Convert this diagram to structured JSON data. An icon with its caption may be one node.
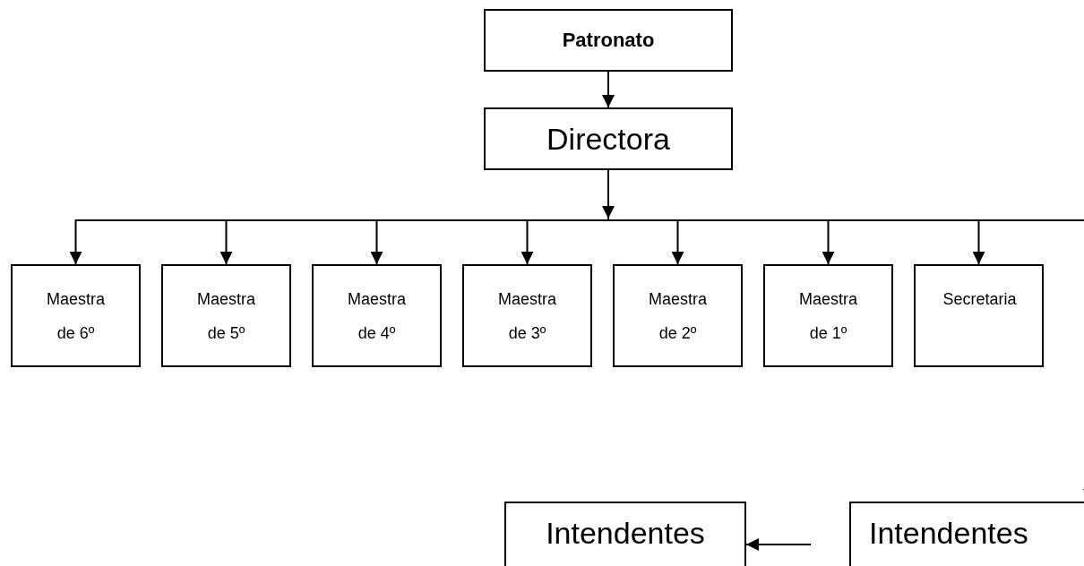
{
  "diagram": {
    "nodes": [
      {
        "text": [
          "Patronato"
        ]
      },
      {
        "text": [
          "Directora"
        ]
      },
      {
        "text": [
          "Maestra de 6º"
        ]
      },
      {
        "text": [
          "Maestra de 5º"
        ]
      },
      {
        "text": [
          "Maestra de 4º"
        ]
      },
      {
        "text": [
          "Maestra de 3º"
        ]
      },
      {
        "text": [
          "Maestra de 2º"
        ]
      },
      {
        "text": [
          "Maestra de 1º"
        ]
      },
      {
        "text": [
          "Secretaria"
        ]
      },
      {
        "text": [
          "Intendentes"
        ]
      },
      {
        "text": [
          "Intendentes"
        ]
      }
    ],
    "edges": [
      {
        "from": 0,
        "to": 1,
        "arrow": "to"
      },
      {
        "from": 1,
        "to": 2,
        "arrow": "to"
      },
      {
        "from": 1,
        "to": 3,
        "arrow": "to"
      },
      {
        "from": 1,
        "to": 4,
        "arrow": "to"
      },
      {
        "from": 1,
        "to": 5,
        "arrow": "to"
      },
      {
        "from": 1,
        "to": 6,
        "arrow": "to"
      },
      {
        "from": 1,
        "to": 7,
        "arrow": "to"
      },
      {
        "from": 1,
        "to": 8,
        "arrow": "to"
      },
      {
        "from": 1,
        "to": 10,
        "arrow": "to"
      },
      {
        "from": null,
        "to": 9,
        "arrow": "to"
      }
    ]
  }
}
